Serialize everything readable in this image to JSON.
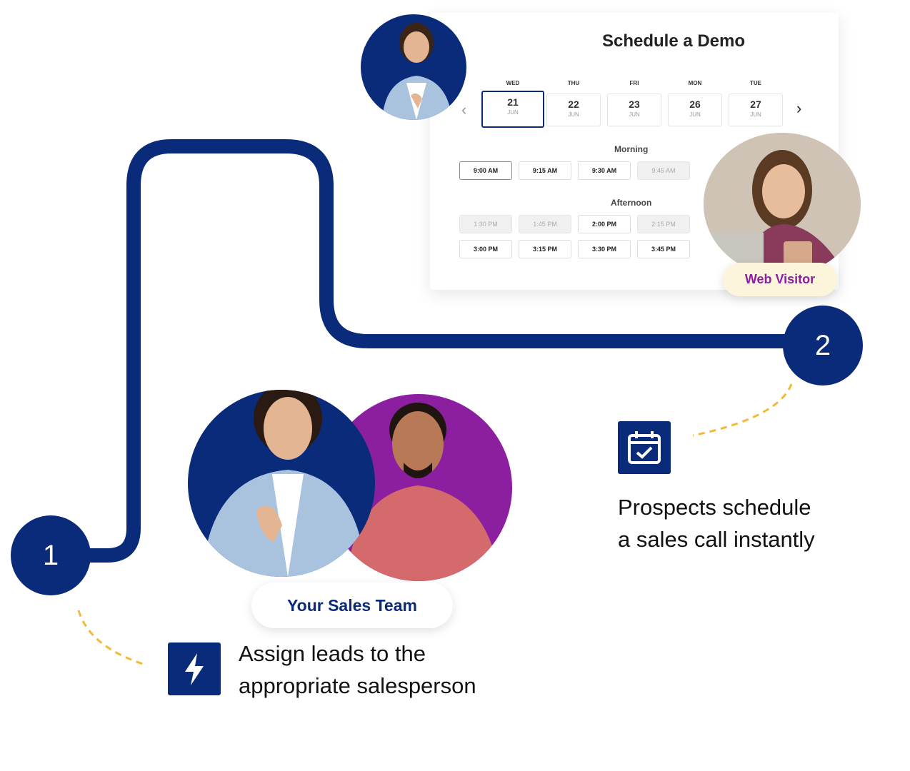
{
  "schedule": {
    "title": "Schedule a Demo",
    "dates": [
      {
        "dow": "WED",
        "day": "21",
        "month": "JUN",
        "selected": true
      },
      {
        "dow": "THU",
        "day": "22",
        "month": "JUN",
        "selected": false
      },
      {
        "dow": "FRI",
        "day": "23",
        "month": "JUN",
        "selected": false
      },
      {
        "dow": "MON",
        "day": "26",
        "month": "JUN",
        "selected": false
      },
      {
        "dow": "TUE",
        "day": "27",
        "month": "JUN",
        "selected": false
      }
    ],
    "morning_label": "Morning",
    "morning_slots": [
      {
        "label": "9:00 AM",
        "state": "selected"
      },
      {
        "label": "9:15 AM",
        "state": "available"
      },
      {
        "label": "9:30 AM",
        "state": "available"
      },
      {
        "label": "9:45 AM",
        "state": "disabled"
      }
    ],
    "afternoon_label": "Afternoon",
    "afternoon_slots": [
      {
        "label": "1:30 PM",
        "state": "disabled"
      },
      {
        "label": "1:45 PM",
        "state": "disabled"
      },
      {
        "label": "2:00 PM",
        "state": "available"
      },
      {
        "label": "2:15 PM",
        "state": "disabled"
      },
      {
        "label": "3:00 PM",
        "state": "available"
      },
      {
        "label": "3:15 PM",
        "state": "available"
      },
      {
        "label": "3:30 PM",
        "state": "available"
      },
      {
        "label": "3:45 PM",
        "state": "available"
      }
    ]
  },
  "web_visitor_label": "Web Visitor",
  "sales_team_label": "Your Sales Team",
  "steps": [
    {
      "number": "1",
      "icon": "lightning-icon",
      "text_line1": "Assign leads to the",
      "text_line2": "appropriate salesperson"
    },
    {
      "number": "2",
      "icon": "calendar-check-icon",
      "text_line1": "Prospects schedule",
      "text_line2": "a sales call instantly"
    }
  ],
  "colors": {
    "navy": "#0a2a7a",
    "purple": "#8b1fa0",
    "dashed_yellow": "#f2b93b",
    "pill_cream": "#fdf4dc",
    "web_visitor_text": "#8b1fa0"
  }
}
